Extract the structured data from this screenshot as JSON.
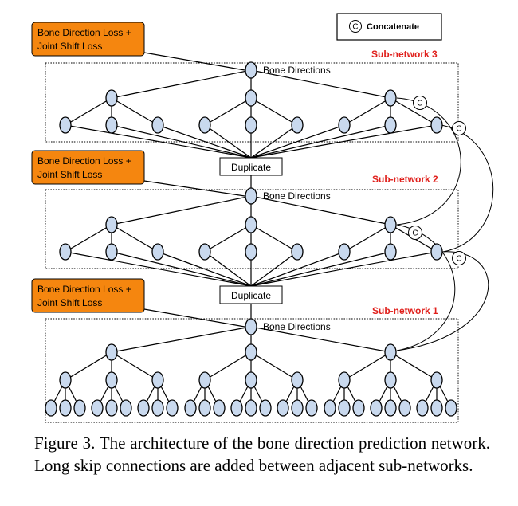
{
  "legend": {
    "symbol": "C",
    "label": "Concatenate"
  },
  "loss_label_line1": "Bone Direction Loss +",
  "loss_label_line2": "Joint Shift Loss",
  "bone_directions_label": "Bone Directions",
  "duplicate_label": "Duplicate",
  "concat_symbol": "C",
  "subnetworks": [
    {
      "label": "Sub-network 3"
    },
    {
      "label": "Sub-network 2"
    },
    {
      "label": "Sub-network 1"
    }
  ],
  "colors": {
    "node_fill": "#c9d9ee",
    "loss_box": "#f5860f",
    "subnetwork_label": "#e0201c"
  },
  "caption": "Figure 3. The architecture of the bone direction prediction network.  Long skip connections are added between adjacent sub-networks."
}
